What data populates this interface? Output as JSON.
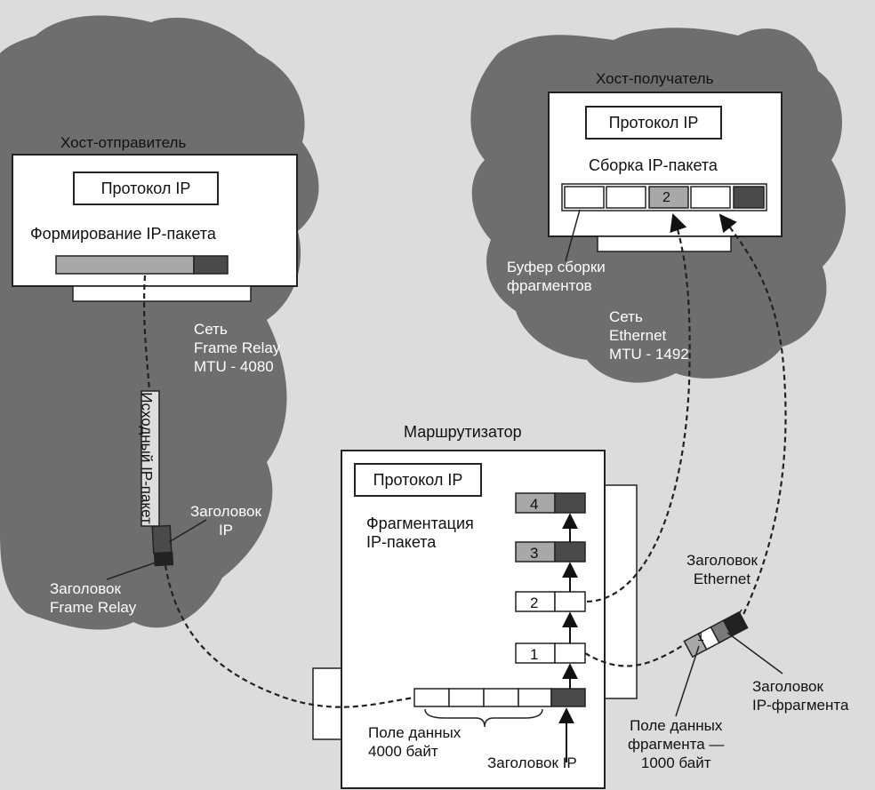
{
  "sender": {
    "cloud_label": "Хост-отправитель",
    "protocol": "Протокол IP",
    "process": "Формирование IP-пакета"
  },
  "frame_relay_net": {
    "name": "Сеть\nFrame Relay",
    "mtu": "MTU - 4080"
  },
  "original_packet": {
    "label": "Исходный IP-пакет",
    "ip_header": "Заголовок\nIP",
    "fr_header": "Заголовок\nFrame Relay"
  },
  "receiver": {
    "cloud_label": "Хост-получатель",
    "protocol": "Протокол IP",
    "process": "Сборка IP-пакета",
    "buffer_label": "Буфер сборки\nфрагментов",
    "buffer_slot_number": "2"
  },
  "ethernet_net": {
    "name": "Сеть\nEthernet",
    "mtu": "MTU - 1492"
  },
  "router": {
    "label": "Маршрутизатор",
    "protocol": "Протокол IP",
    "process": "Фрагментация\nIP-пакета",
    "fragment_numbers": [
      "1",
      "2",
      "3",
      "4"
    ],
    "data_field": "Поле данных\n4000 байт",
    "ip_header": "Заголовок IP"
  },
  "fragment": {
    "number": "1",
    "ethernet_header": "Заголовок\nEthernet",
    "ip_fragment_header": "Заголовок\nIP-фрагмента",
    "data_field": "Поле данных\nфрагмента —\n1000 байт"
  },
  "colors": {
    "cloud": "#6e6e6e",
    "header_dark": "#4a4a4a",
    "data_gray": "#a8a8a8",
    "panel": "#ffffff"
  }
}
